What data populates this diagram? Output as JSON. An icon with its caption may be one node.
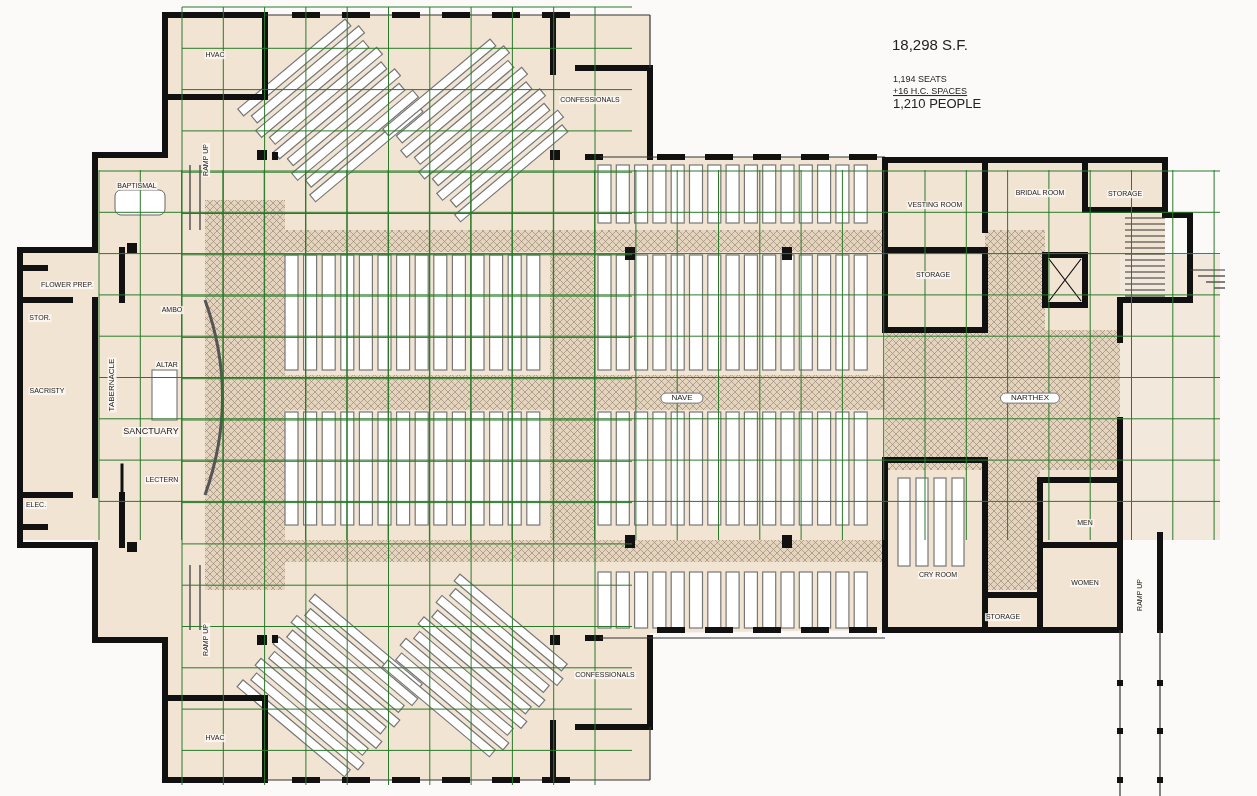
{
  "diagram": {
    "labels": [
      "18,298 S.F.",
      "1,194 SEATS",
      "+16 H.C. SPACES",
      "1,210 PEOPLE",
      "HVAC",
      "CONFESSIONALS",
      "BAPTISMAL",
      "RAMP UP",
      "VESTING ROOM",
      "BRIDAL ROOM",
      "STORAGE",
      "FLOWER PREP.",
      "STORAGE",
      "AMBO",
      "STOR.",
      "ALTAR",
      "SACRISTY",
      "TABERNACLE",
      "NAVE",
      "NARTHEX",
      "SANCTUARY",
      "LECTERN",
      "MEN",
      "ELEC.",
      "CRY ROOM",
      "WOMEN",
      "RAMP UP",
      "STORAGE",
      "RAMP UP",
      "CONFESSIONALS",
      "HVAC"
    ]
  }
}
